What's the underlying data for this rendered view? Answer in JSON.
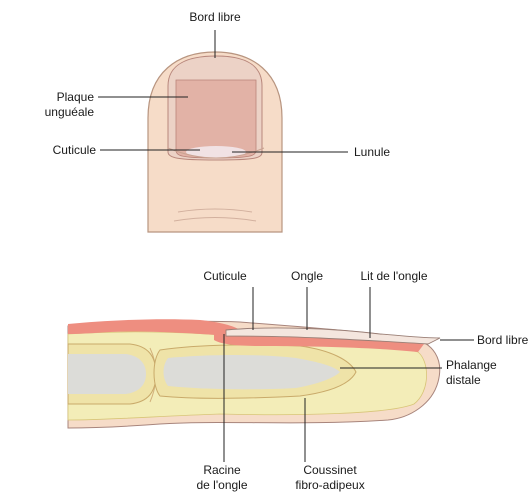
{
  "top_view": {
    "labels": {
      "free_edge": "Bord libre",
      "nail_plate_l1": "Plaque",
      "nail_plate_l2": "unguéale",
      "cuticle": "Cuticule",
      "lunula": "Lunule"
    }
  },
  "side_view": {
    "labels": {
      "cuticle": "Cuticule",
      "nail": "Ongle",
      "nail_bed": "Lit de l'ongle",
      "free_edge": "Bord libre",
      "phalanx_l1": "Phalange",
      "phalanx_l2": "distale",
      "root_l1": "Racine",
      "root_l2": "de l'ongle",
      "pad_l1": "Coussinet",
      "pad_l2": "fibro-adipeux"
    }
  },
  "colors": {
    "skin": "#f6dcc8",
    "skin_outline": "#b89580",
    "nail_plate": "#e2b2a6",
    "nail_rim": "#ecd2c6",
    "lunula": "#f1e2e4",
    "fat": "#f3edb8",
    "bone_cortex": "#efe3a8",
    "marrow": "#dcdcd8",
    "nail_bed_red": "#ee8e80"
  }
}
